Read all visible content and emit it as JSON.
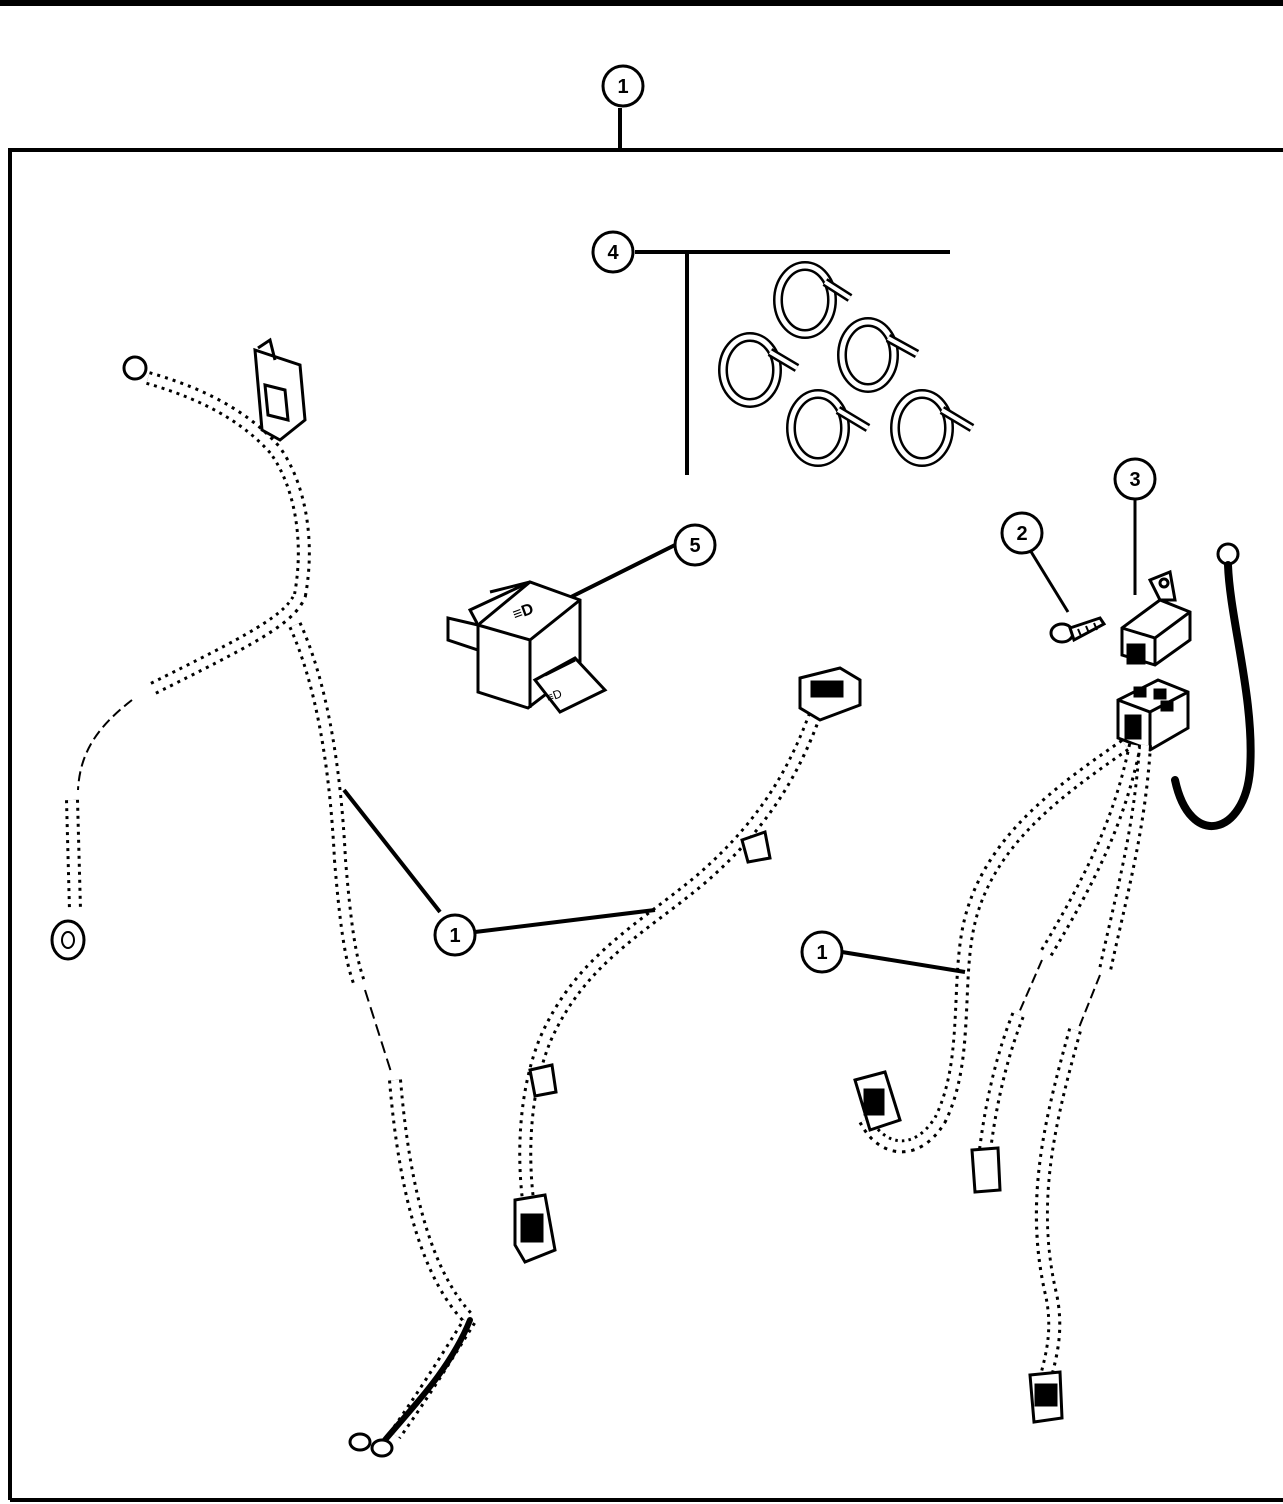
{
  "diagram": {
    "callouts": {
      "top": "1",
      "clips": "4",
      "switch": "5",
      "screw": "2",
      "relay": "3",
      "harness_center": "1",
      "harness_right": "1"
    },
    "parts": {
      "main_harness": "wiring-harness",
      "clips": "tie-strap-clips",
      "switch": "fog-lamp-switch",
      "screw": "mounting-screw",
      "relay": "relay"
    }
  }
}
